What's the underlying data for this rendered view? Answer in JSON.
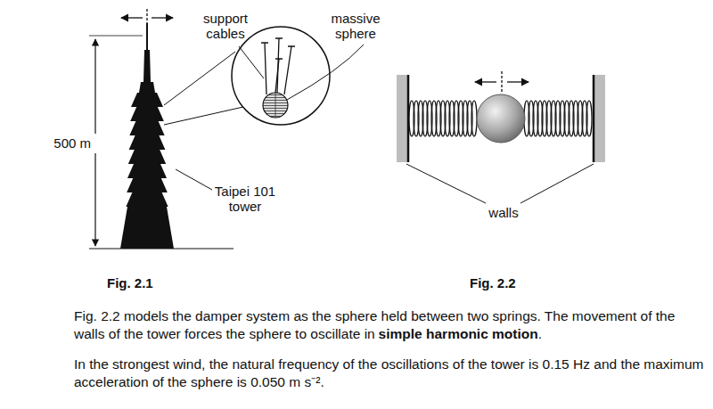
{
  "diagram": {
    "labels": [
      "support cables",
      "massive sphere",
      "500 m",
      "Taipei 101 tower",
      "walls",
      "Fig. 2.1",
      "Fig. 2.2",
      "Fig. 2.2 models the damper system as the sphere held between two springs. The movement of the walls of the tower forces the sphere to oscillate in",
      "simple harmonic motion",
      ".",
      "In the strongest wind, the natural frequency of the oscillations of the tower is 0.15 Hz and the maximum acceleration of the sphere is 0.050 m s⁻²."
    ]
  }
}
